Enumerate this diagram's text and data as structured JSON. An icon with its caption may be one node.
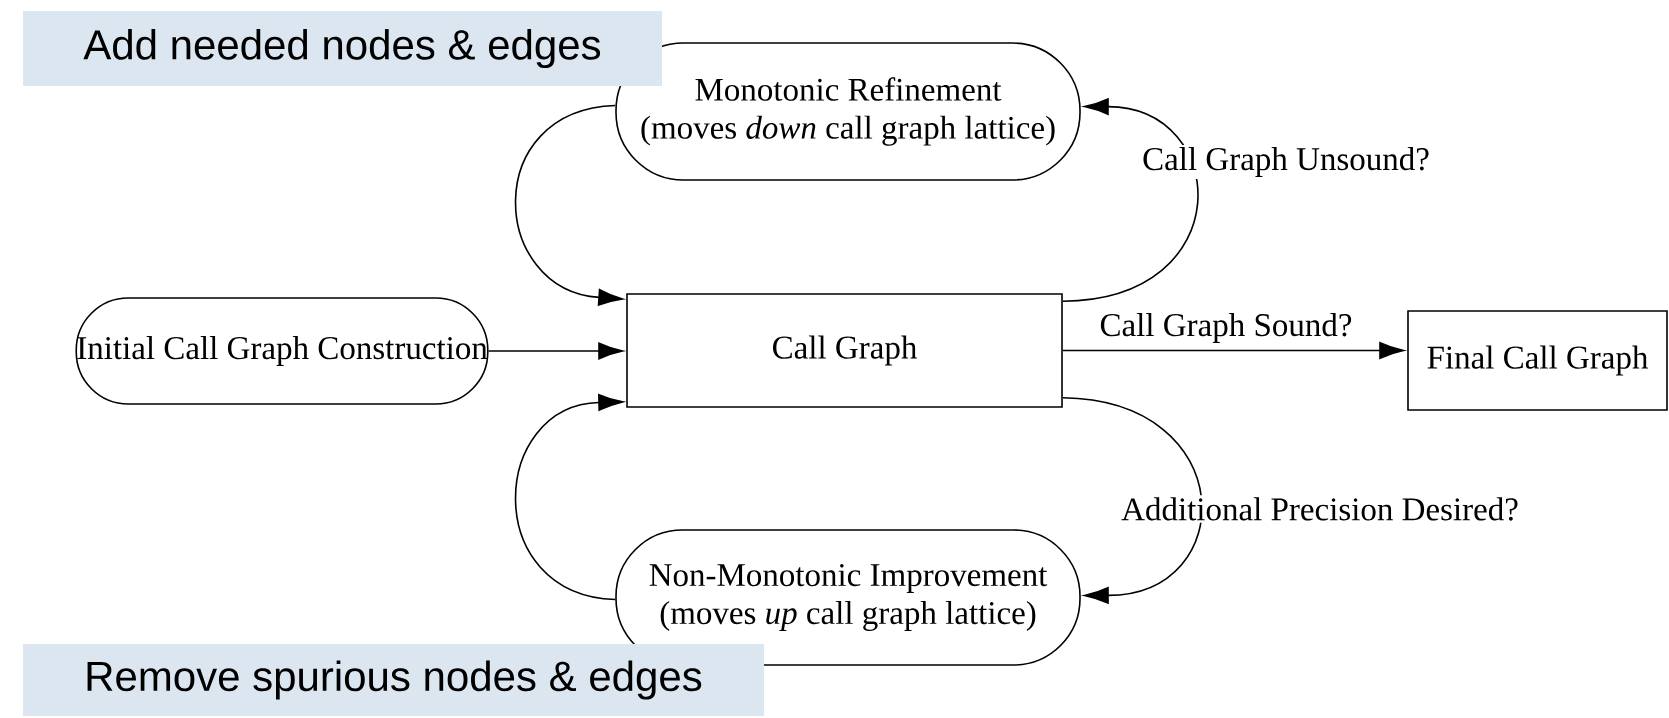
{
  "diagram": {
    "nodes": [
      {
        "text": [
          "Add needed nodes & edges"
        ]
      },
      {
        "text": [
          "Monotonic Refinement",
          "(moves *down* call graph lattice)"
        ]
      },
      {
        "text": [
          "Initial Call Graph Construction"
        ]
      },
      {
        "text": [
          "Call Graph"
        ]
      },
      {
        "text": [
          "Final Call Graph"
        ]
      },
      {
        "text": [
          "Non-Monotonic Improvement",
          "(moves *up* call graph lattice)"
        ]
      },
      {
        "text": [
          "Remove spurious nodes & edges"
        ]
      }
    ],
    "edges": [
      {
        "from": 2,
        "to": 3,
        "arrow": "to"
      },
      {
        "from": 3,
        "to": 1,
        "arrow": "to",
        "label": "Call Graph Unsound?"
      },
      {
        "from": 1,
        "to": 3,
        "arrow": "to"
      },
      {
        "from": 3,
        "to": 4,
        "arrow": "to",
        "label": "Call Graph Sound?"
      },
      {
        "from": 3,
        "to": 5,
        "arrow": "to",
        "label": "Additional Precision Desired?"
      },
      {
        "from": 5,
        "to": 3,
        "arrow": "to"
      }
    ]
  }
}
